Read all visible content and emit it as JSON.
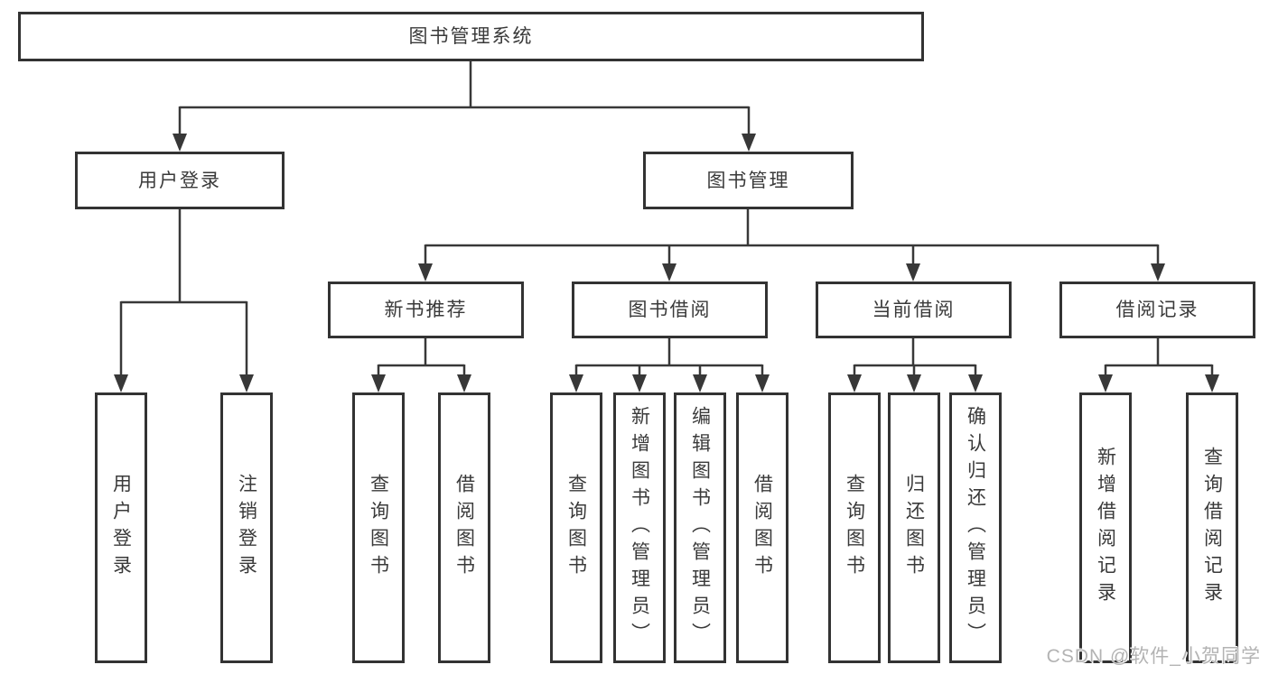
{
  "tree": {
    "root": {
      "label": "图书管理系统"
    },
    "children": [
      {
        "label": "用户登录",
        "children": [
          {
            "label": "用户登录"
          },
          {
            "label": "注销登录"
          }
        ]
      },
      {
        "label": "图书管理",
        "children": [
          {
            "label": "新书推荐",
            "children": [
              {
                "label": "查询图书"
              },
              {
                "label": "借阅图书"
              }
            ]
          },
          {
            "label": "图书借阅",
            "children": [
              {
                "label": "查询图书"
              },
              {
                "label": "新增图书（管理员）"
              },
              {
                "label": "编辑图书（管理员）"
              },
              {
                "label": "借阅图书"
              }
            ]
          },
          {
            "label": "当前借阅",
            "children": [
              {
                "label": "查询图书"
              },
              {
                "label": "归还图书"
              },
              {
                "label": "确认归还（管理员）"
              }
            ]
          },
          {
            "label": "借阅记录",
            "children": [
              {
                "label": "新增借阅记录"
              },
              {
                "label": "查询借阅记录"
              }
            ]
          }
        ]
      }
    ]
  },
  "watermark": {
    "text": "CSDN @软件_小贺同学"
  },
  "colors": {
    "background": "#ffffff",
    "box_border": "#333333",
    "line": "#383838",
    "text": "#3a3a3a",
    "watermark": "#b3b3b3"
  }
}
